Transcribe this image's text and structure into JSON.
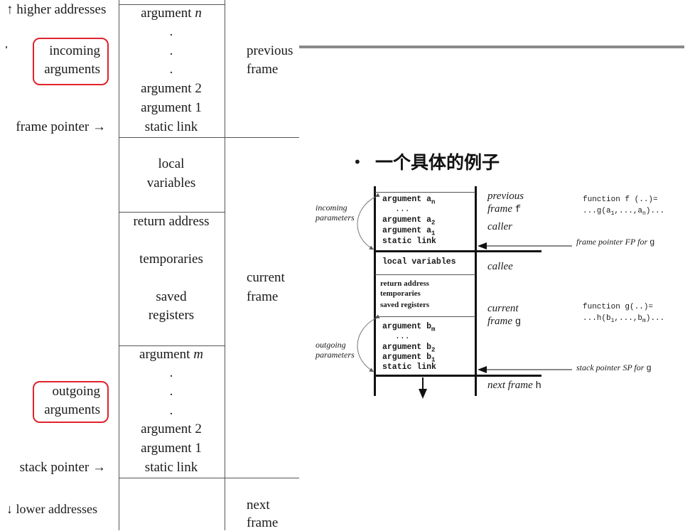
{
  "left_diagram": {
    "higher_addresses": "↑ higher addresses",
    "lower_addresses": "↓ lower addresses",
    "incoming_label": [
      "incoming",
      "arguments"
    ],
    "outgoing_label": [
      "outgoing",
      "arguments"
    ],
    "frame_pointer": "frame pointer →",
    "stack_pointer": "stack pointer →",
    "arg_n_prefix": "argument ",
    "arg_n_var": "n",
    "arg_m_prefix": "argument ",
    "arg_m_var": "m",
    "dot": ".",
    "argument_2": "argument 2",
    "argument_1": "argument 1",
    "static_link": "static link",
    "local_variables": [
      "local",
      "variables"
    ],
    "return_address": "return address",
    "temporaries": "temporaries",
    "saved_registers": [
      "saved",
      "registers"
    ],
    "previous_frame": [
      "previous",
      "frame"
    ],
    "current_frame": [
      "current",
      "frame"
    ],
    "next_frame": [
      "next",
      "frame"
    ]
  },
  "right_slide": {
    "bullet": "•",
    "title": "一个具体的例子",
    "incoming_parameters": [
      "incoming",
      "parameters"
    ],
    "outgoing_parameters": [
      "outgoing",
      "parameters"
    ],
    "top_box": {
      "arg_an_prefix": "argument a",
      "arg_an_sub": "n",
      "ellipsis": "...",
      "arg_a2_prefix": "argument a",
      "arg_a2_sub": "2",
      "arg_a1_prefix": "argument a",
      "arg_a1_sub": "1",
      "static_link": "static link"
    },
    "local_variables": "local variables",
    "middle_box": [
      "return address",
      "temporaries",
      "saved registers"
    ],
    "bottom_box": {
      "arg_bm_prefix": "argument b",
      "arg_bm_sub": "m",
      "ellipsis": "...",
      "arg_b2_prefix": "argument  b",
      "arg_b2_sub": "2",
      "arg_b1_prefix": "argument  b",
      "arg_b1_sub": "1",
      "static_link": "static link"
    },
    "previous_frame_text": "previous",
    "frame_word": "frame",
    "f": "f",
    "caller": "caller",
    "callee": "callee",
    "current_text": "current",
    "g": "g",
    "next_frame_text": "next frame",
    "h": "h",
    "frame_pointer_fp_for": "frame pointer FP for",
    "stack_pointer_sp_for": "stack pointer SP for",
    "func_f_line1": "function f (..)=",
    "func_f_line2": "...g(a",
    "func_f_sub1": "1",
    "func_f_mid": ",...,a",
    "func_f_subn": "n",
    "func_f_end": ")...",
    "func_g_line1": "function g(..)=",
    "func_g_line2": "...h(b",
    "func_g_sub1": "1",
    "func_g_mid": ",...,b",
    "func_g_subm": "m",
    "func_g_end": ")..."
  }
}
